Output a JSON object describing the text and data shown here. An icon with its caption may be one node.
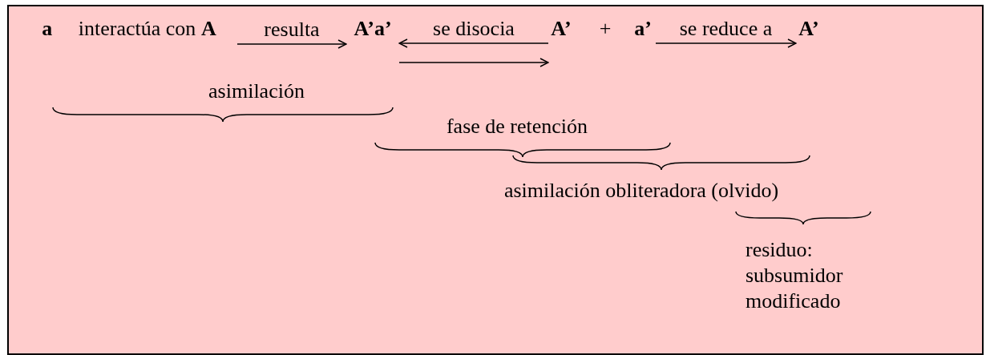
{
  "diagram": {
    "nodes": [
      {
        "text": [
          "**a**     interactúa con **A**"
        ]
      },
      {
        "text": [
          "A’a’"
        ]
      },
      {
        "text": [
          "A’"
        ]
      },
      {
        "text": [
          "a’"
        ]
      },
      {
        "text": [
          "A’"
        ]
      }
    ],
    "edges": [
      {
        "from": 0,
        "to": 1,
        "arrow": "to",
        "label": "resulta"
      },
      {
        "from": 2,
        "to": 1,
        "arrow": "to",
        "label": "se disocia"
      },
      {
        "from": 1,
        "to": 2,
        "arrow": "to"
      },
      {
        "from": 3,
        "to": 4,
        "arrow": "to",
        "label": "se reduce a"
      }
    ],
    "labels": [
      "+",
      "asimilación",
      "fase de retención",
      "asimilación obliteradora (olvido)",
      "residuo: subsumidor modificado"
    ]
  }
}
